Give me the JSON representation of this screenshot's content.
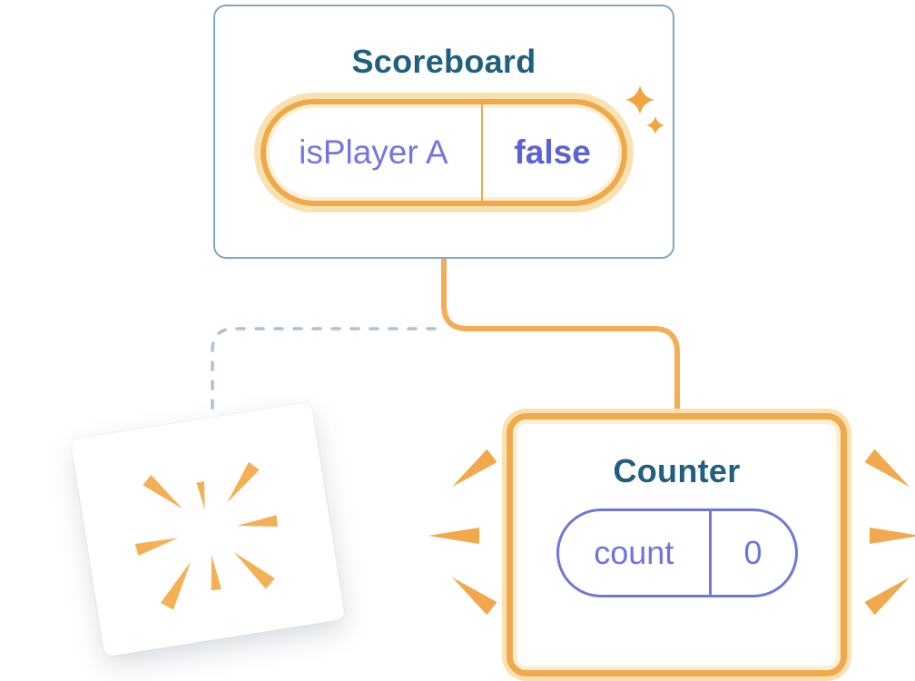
{
  "diagram": {
    "scoreboard": {
      "title": "Scoreboard",
      "state_key": "isPlayer A",
      "state_value": "false"
    },
    "counter": {
      "title": "Counter",
      "state_key": "count",
      "state_value": "0"
    }
  },
  "colors": {
    "accent_orange": "#F0A848",
    "halo_yellow": "#F8E2B2",
    "state_purple": "#7177D9",
    "title_blue": "#1F5F7F",
    "card_border_blue": "#7EA8C2",
    "dashed_connector_blue": "#A8C3D8",
    "background": "#FFFFFF"
  }
}
